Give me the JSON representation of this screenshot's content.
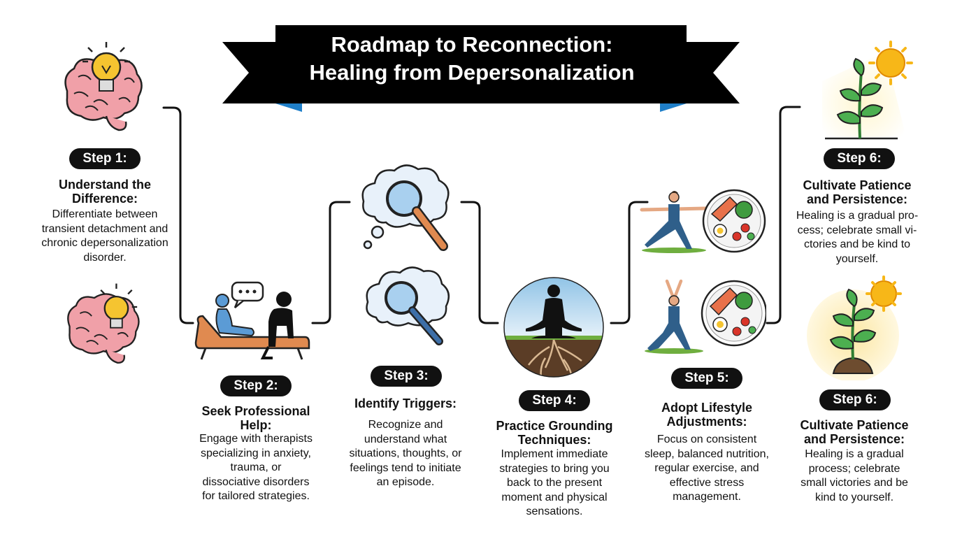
{
  "banner": {
    "line1": "Roadmap to Reconnection:",
    "line2": "Healing from Depersonalization",
    "colors": {
      "ribbon": "#000000",
      "fold": "#1f7fc9"
    }
  },
  "steps": [
    {
      "pill": "Step 1:",
      "title": [
        "Understand the",
        "Difference:"
      ],
      "body": [
        "Differentiate between",
        "transient detachment and",
        "chronic depersonalization",
        "disorder."
      ],
      "icon": "brain-lightbulb-icon"
    },
    {
      "pill": "Step 2:",
      "title": [
        "Seek Professional",
        "Help:"
      ],
      "body": [
        "Engage with therapists",
        "specializing in anxiety,",
        "trauma, or",
        "dissociative disorders",
        "for tailored strategies."
      ],
      "icon": "therapy-session-icon"
    },
    {
      "pill": "Step 3:",
      "title": [
        "Identify Triggers:"
      ],
      "body": [
        "Recognize and",
        "understand what",
        "situations, thoughts, or",
        "feelings tend to initiate",
        "an episode."
      ],
      "icon": "magnifying-glass-cloud-icon"
    },
    {
      "pill": "Step 4:",
      "title": [
        "Practice Grounding",
        "Techniques:"
      ],
      "body": [
        "Implement immediate",
        "strategies to bring you",
        "back to the present",
        "moment and physical",
        "sensations."
      ],
      "icon": "meditation-roots-icon"
    },
    {
      "pill": "Step 5:",
      "title": [
        "Adopt Lifestyle",
        "Adjustments:"
      ],
      "body": [
        "Focus on consistent",
        "sleep, balanced nutrition,",
        "regular exercise, and",
        "effective stress",
        "management."
      ],
      "icon": "yoga-nutrition-icon"
    },
    {
      "pill": "Step 6:",
      "title": [
        "Cultivate Patience",
        "and Persistence:"
      ],
      "body": [
        "Healing is a gradual",
        "process; celebrate",
        "small victories and be",
        "kind to yourself."
      ],
      "icon": "sprout-sun-icon"
    }
  ],
  "step6_top": {
    "pill": "Step 6:",
    "title": [
      "Cultivate Patience",
      "and Persistence:"
    ],
    "body": [
      "Healing is a gradual pro-",
      "cess; celebrate small vi-",
      "ctories and be kind to",
      "yourself."
    ]
  },
  "palette": {
    "brain": "#f0a0a8",
    "bulb": "#f5c430",
    "person": "#5b9bd5",
    "couch": "#e08a50",
    "plant": "#4caf50",
    "sun": "#f7b718",
    "soil": "#6d4c2f"
  }
}
